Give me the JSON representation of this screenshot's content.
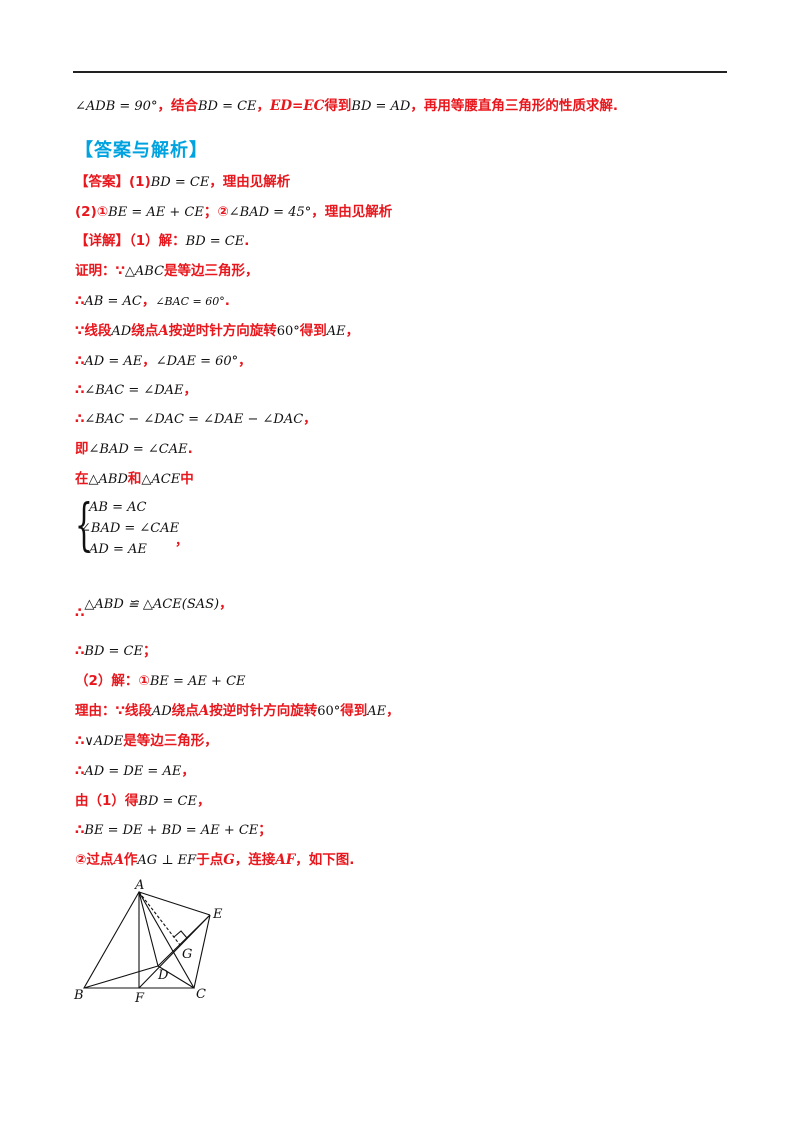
{
  "intro": {
    "m1": "∠ADB = 90°",
    "t1": "，结合",
    "m2": "BD = CE",
    "t2": "，",
    "r1": "ED=EC",
    "t3": "得到",
    "m3": "BD = AD",
    "t4": "，再用等腰直角三角形的性质求解."
  },
  "heading": "【答案与解析】",
  "answer": {
    "a1_label": "【答案】(1)",
    "a1_math": "BD = CE",
    "a1_tail": "，理由见解析",
    "a2_label": "(2)①",
    "a2_math1": "BE = AE + CE",
    "a2_mid": "；②",
    "a2_math2": "∠BAD = 45°",
    "a2_tail": "，理由见解析"
  },
  "detail": {
    "d1_label": "【详解】（1）解：",
    "d1_math": "BD = CE",
    "d1_tail": ".",
    "proof_label": "证明：∵",
    "proof_math": "△ABC",
    "proof_tail": "是等边三角形，",
    "l3_pre": "∴",
    "l3_m1": "AB = AC",
    "l3_sep": "，",
    "l3_m2": "∠BAC = 60°",
    "l3_tail": ".",
    "l4_pre": "∵线段",
    "l4_m1": "AD",
    "l4_mid": "绕点",
    "l4_r": "A",
    "l4_mid2": "按逆时针方向旋转",
    "l4_m2": "60°",
    "l4_mid3": "得到",
    "l4_m3": "AE",
    "l4_tail": "，",
    "l5_pre": "∴",
    "l5_m1": "AD = AE",
    "l5_sep": "，",
    "l5_m2": "∠DAE = 60°",
    "l5_tail": "，",
    "l6_pre": "∴",
    "l6_m": "∠BAC = ∠DAE",
    "l6_tail": "，",
    "l7_pre": "∴",
    "l7_m": "∠BAC − ∠DAC = ∠DAE − ∠DAC",
    "l7_tail": "，",
    "l8_pre": "即",
    "l8_m": "∠BAD = ∠CAE",
    "l8_tail": ".",
    "l9_pre": "在",
    "l9_m1": "△ABD",
    "l9_mid": "和",
    "l9_m2": "△ACE",
    "l9_tail": "中",
    "sys_r1": "AB = AC",
    "sys_r2": "∠BAD = ∠CAE",
    "sys_r3": "AD = AE",
    "sys_tail": "，",
    "l10_pre": "∴",
    "l10_m": "△ABD ≌ △ACE(SAS)",
    "l10_tail": "，",
    "l11_pre": "∴",
    "l11_m": "BD = CE",
    "l11_tail": "；",
    "l12_label": "（2）解：①",
    "l12_m": "BE = AE + CE",
    "l13_pre": "理由：∵线段",
    "l13_m1": "AD",
    "l13_mid": "绕点",
    "l13_r": "A",
    "l13_mid2": "按逆时针方向旋转",
    "l13_m2": "60°",
    "l13_mid3": "得到",
    "l13_m3": "AE",
    "l13_tail": "，",
    "l14_pre": "∴",
    "l14_m": "∨ADE",
    "l14_tail": "是等边三角形，",
    "l15_pre": "∴",
    "l15_m": "AD = DE = AE",
    "l15_tail": "，",
    "l16_pre": "由（1）得",
    "l16_m": "BD = CE",
    "l16_tail": "，",
    "l17_pre": "∴",
    "l17_m": "BE = DE + BD = AE + CE",
    "l17_tail": "；",
    "l18_pre": "②过点",
    "l18_r1": "A",
    "l18_mid": "作",
    "l18_m": "AG ⊥ EF",
    "l18_mid2": "于点",
    "l18_r2": "G",
    "l18_mid3": "，连接",
    "l18_r3": "AF",
    "l18_tail": "，如下图."
  },
  "figure": {
    "labels": [
      "A",
      "E",
      "G",
      "D",
      "B",
      "F",
      "C"
    ]
  }
}
